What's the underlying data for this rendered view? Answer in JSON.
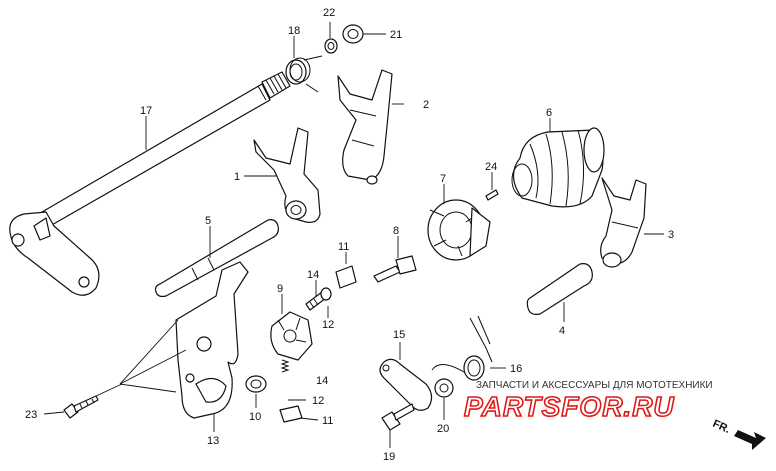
{
  "callouts": {
    "c1": "1",
    "c2": "2",
    "c3": "3",
    "c4": "4",
    "c5": "5",
    "c6": "6",
    "c7": "7",
    "c8": "8",
    "c9": "9",
    "c10": "10",
    "c11a": "11",
    "c11b": "11",
    "c12a": "12",
    "c12b": "12",
    "c13": "13",
    "c14a": "14",
    "c14b": "14",
    "c15": "15",
    "c16": "16",
    "c17": "17",
    "c18": "18",
    "c19": "19",
    "c20": "20",
    "c21": "21",
    "c22": "22",
    "c23": "23",
    "c24": "24"
  },
  "direction_marker": "FR.",
  "watermark": {
    "line1": "ЗАПЧАСТИ И АКСЕССУАРЫ ДЛЯ МОТОТЕХНИКИ",
    "line2": "PARTSFOR.RU",
    "color": "#e01818"
  }
}
